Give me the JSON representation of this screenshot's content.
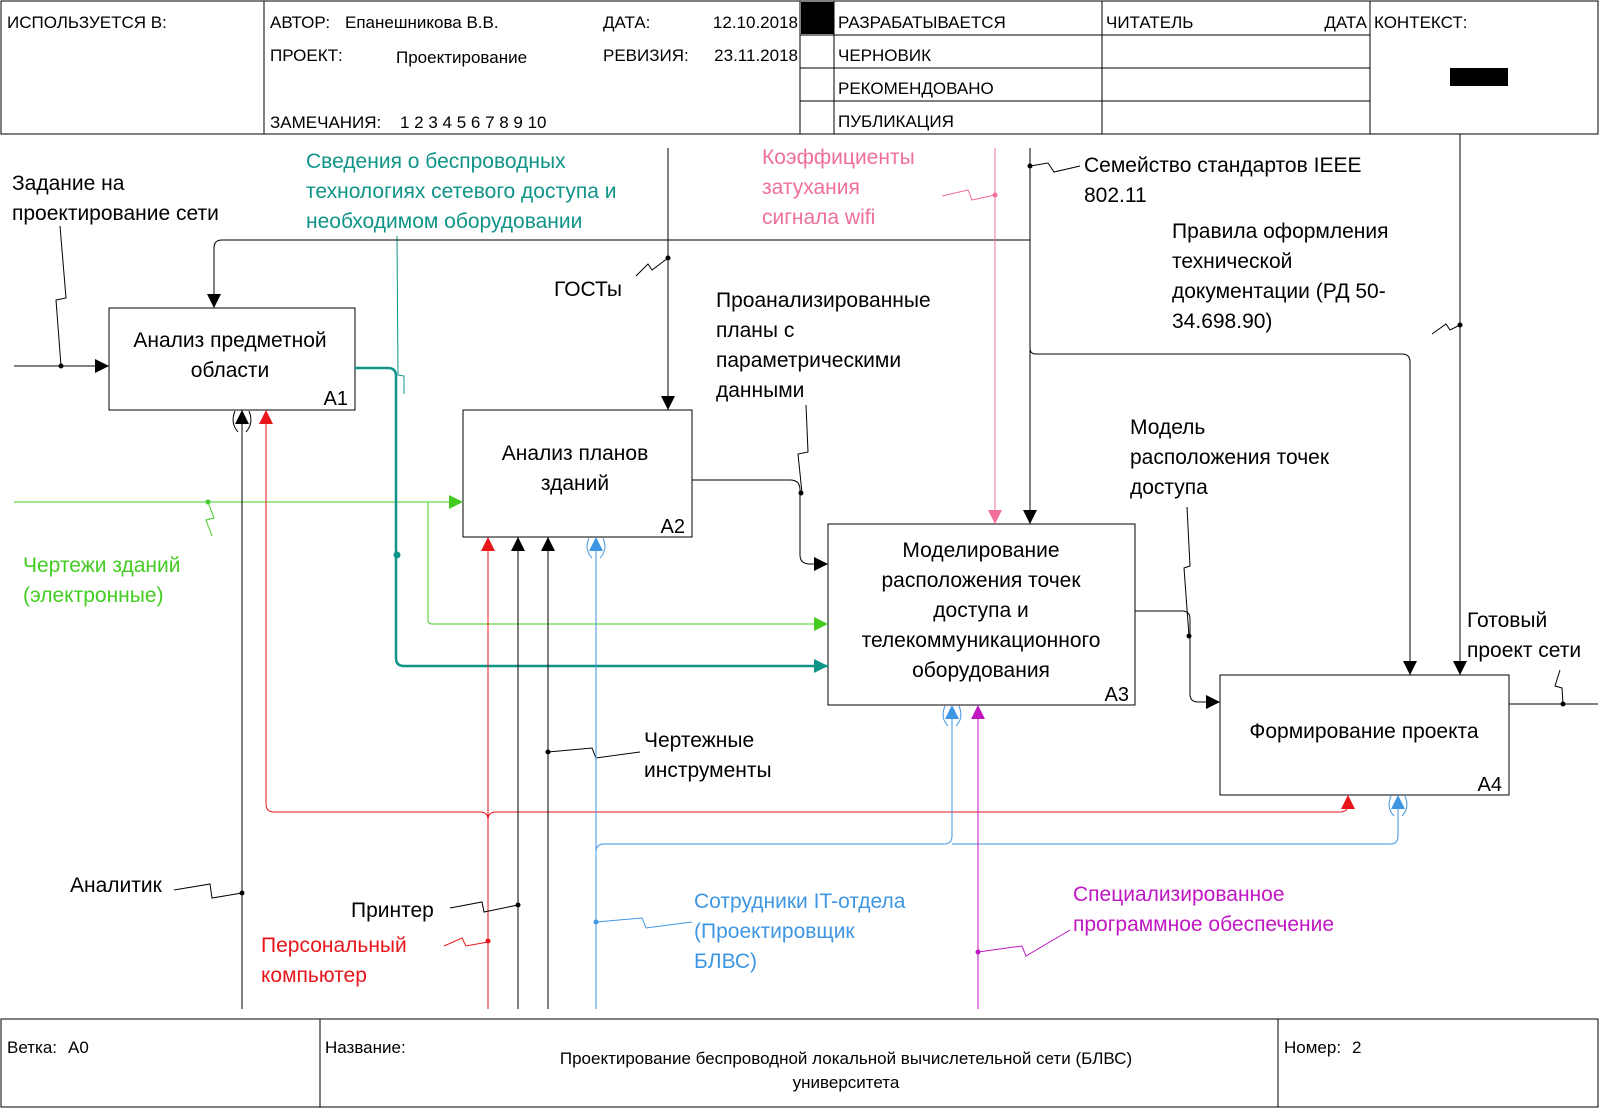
{
  "header": {
    "used_in_label": "ИСПОЛЬЗУЕТСЯ В:",
    "author_label": "АВТОР:",
    "author": "Епанешникова В.В.",
    "project_label": "ПРОЕКТ:",
    "project": "Проектирование",
    "notes_label": "ЗАМЕЧАНИЯ:",
    "notes": "1 2 3 4 5 6 7 8 9 10",
    "date_label": "ДАТА:",
    "date": "12.10.2018",
    "revision_label": "РЕВИЗИЯ:",
    "revision": "23.11.2018",
    "status": [
      "РАЗРАБАТЫВАЕТСЯ",
      "ЧЕРНОВИК",
      "РЕКОМЕНДОВАНО",
      "ПУБЛИКАЦИЯ"
    ],
    "reader_label": "ЧИТАТЕЛЬ",
    "reader_date_label": "ДАТА",
    "context_label": "КОНТЕКСТ:"
  },
  "boxes": [
    {
      "id": "a1",
      "title": [
        "Анализ предметной",
        "области"
      ],
      "code": "A1"
    },
    {
      "id": "a2",
      "title": [
        "Анализ планов",
        "зданий"
      ],
      "code": "A2"
    },
    {
      "id": "a3",
      "title": [
        "Моделирование",
        "расположения точек",
        "доступа и",
        "телекоммуникационного",
        "оборудования"
      ],
      "code": "A3"
    },
    {
      "id": "a4",
      "title": [
        "Формирование проекта"
      ],
      "code": "A4"
    }
  ],
  "labels": {
    "task": [
      "Задание на",
      "проектирование сети"
    ],
    "wireless_info": [
      "Сведения о беспроводных",
      "технологиях сетевого доступа и",
      "необходимом оборудовании"
    ],
    "attenuation": [
      "Коэффициенты",
      "затухания",
      "сигнала wifi"
    ],
    "ieee": [
      "Семейство стандартов IEEE",
      "802.11"
    ],
    "gost": [
      "ГОСТы"
    ],
    "doc_rules": [
      "Правила оформления",
      "технической",
      "документации (РД 50-",
      "34.698.90)"
    ],
    "analyzed_plans": [
      "Проанализированные",
      "планы с",
      "параметрическими",
      "данными"
    ],
    "ap_model": [
      "Модель",
      "расположения точек",
      "доступа"
    ],
    "drawings": [
      "Чертежи зданий",
      "(электронные)"
    ],
    "ready_project": [
      "Готовый",
      "проект сети"
    ],
    "drawing_tools": [
      "Чертежные",
      "инструменты"
    ],
    "analyst": [
      "Аналитик"
    ],
    "printer": [
      "Принтер"
    ],
    "pc": [
      "Персональный",
      "компьютер"
    ],
    "it_staff": [
      "Сотрудники IT-отдела",
      "(Проектировщик",
      "БЛВС)"
    ],
    "software": [
      "Специализированное",
      "программное обеспечение"
    ]
  },
  "footer": {
    "node_label": "Ветка:",
    "node": "A0",
    "title_label": "Название:",
    "title": [
      "Проектирование беспроводной локальной вычислетельной сети (БЛВС)",
      "университета"
    ],
    "number_label": "Номер:",
    "number": "2"
  },
  "colors": {
    "line": "#000000",
    "teal": "#0f9488",
    "green": "#44cc22",
    "pink": "#ef6f98",
    "red": "#e8151b",
    "blue": "#3f96e2",
    "magenta": "#c016c4"
  }
}
